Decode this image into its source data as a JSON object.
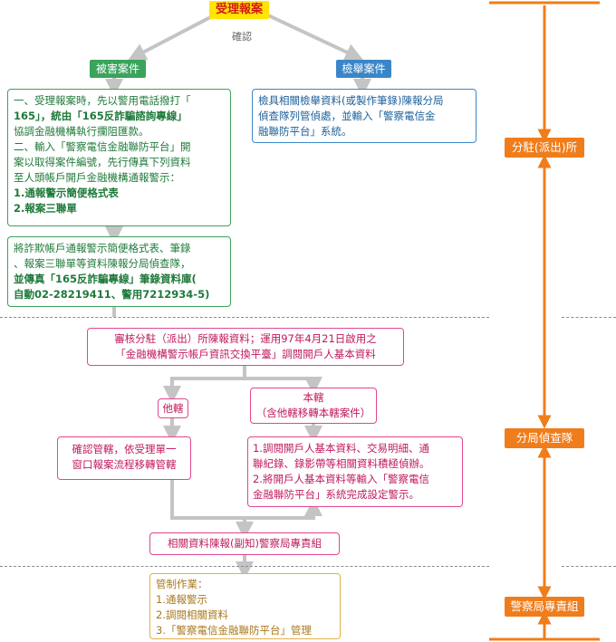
{
  "start": "受理報案",
  "confirm": "確認",
  "victim_tag": "被害案件",
  "report_tag": "檢舉案件",
  "victim_box": [
    "一、受理報案時，先以警用電話撥打「",
    "165」，統由「165反詐騙諮詢專線」",
    "協調金融機構執行攔阻匯款。",
    "二、輸入「警察電信金融聯防平台」開",
    "案以取得案件編號，先行傳真下列資料",
    "至人頭帳戶開戶金融機構通報警示：",
    "1.通報警示簡便格式表",
    "2.報案三聯單"
  ],
  "report_box": [
    "檢具相關檢舉資料(或製作筆錄)陳報分局",
    "偵查隊列管偵處，並輸入「警察電信金",
    "融聯防平台」系統。"
  ],
  "fax_box": [
    "將詐欺帳戶通報警示簡便格式表、筆錄",
    "、報案三聯單等資料陳報分局偵查隊，",
    "並傳真「165反詐騙專線」筆錄資料庫(",
    "自動02-28219411、警用7212934-5)"
  ],
  "review_box": [
    "審核分駐（派出）所陳報資料；運用97年4月21日啟用之",
    "「金融機構警示帳戶資訊交換平臺」調閱開戶人基本資料"
  ],
  "other_tag": "他轄",
  "own_tag": [
    "本轄",
    "（含他轄移轉本轄案件）"
  ],
  "other_box": [
    "確認管轄，依受理單一",
    "窗口報案流程移轉管轄"
  ],
  "own_box": [
    "1.調閱開戶人基本資料、交易明細、通",
    "聯紀錄、錄影帶等相關資料積極偵辦。",
    "2.將開戶人基本資料等輸入「警察電信",
    "金融聯防平台」系統完成設定警示。"
  ],
  "report_group": "相關資料陳報(副知)警察局專責組",
  "control_box": [
    "管制作業：",
    "1.通報警示",
    "2.調閱相關資料",
    "3.「警察電信金融聯防平台」管理"
  ],
  "levels": [
    "分駐(派出)所",
    "分局偵查隊",
    "警察局專責組"
  ],
  "colors": {
    "green": "#3aa35c",
    "blue": "#3a86c8",
    "pink": "#e2468f",
    "gold": "#e2b04a",
    "orange": "#f07d1b",
    "yellow": "#ffe600",
    "arrow": "#c4c4c4"
  }
}
